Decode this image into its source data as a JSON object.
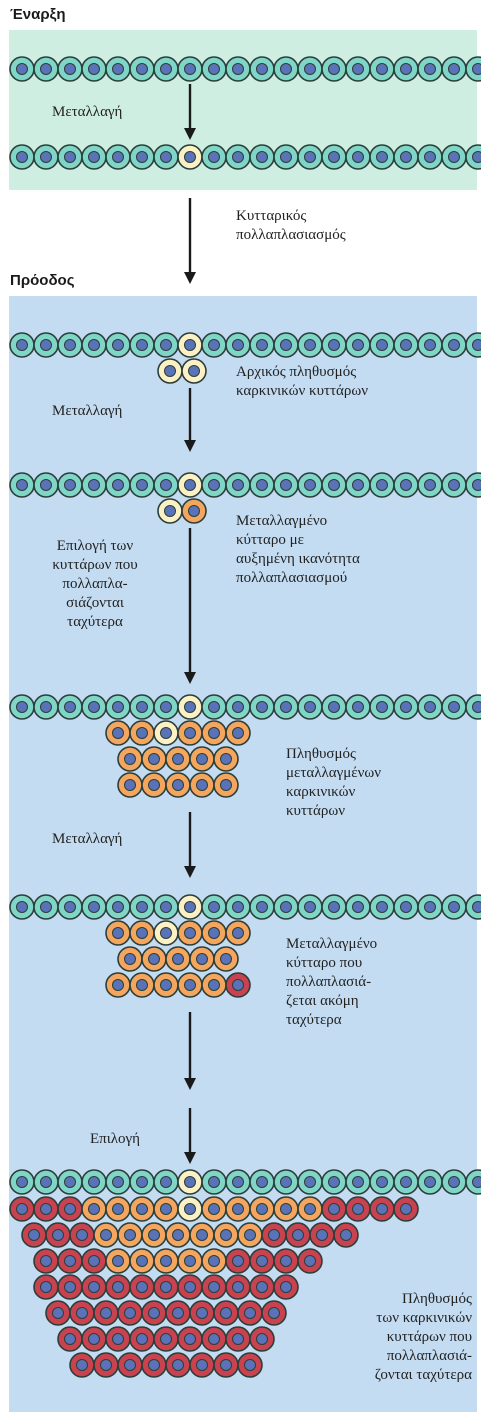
{
  "colors": {
    "panel_start": "#cfeee2",
    "panel_progress": "#c3dcf2",
    "normal_cell": "#7fd6c7",
    "mutant_cell": "#fbf1c4",
    "orange_cell": "#f4a55e",
    "red_cell": "#c8434f",
    "nucleus": "#5a73b8",
    "outline": "#2c3e3a"
  },
  "headings": {
    "start": "Έναρξη",
    "progress": "Πρόοδος"
  },
  "labels": {
    "mutation1": "Μεταλλαγή",
    "proliferation": "Κυτταρικός\nπολλαπλασιασμός",
    "initial_population": "Αρχικός πληθυσμός\nκαρκινικών κυττάρων",
    "mutation2": "Μεταλλαγή",
    "mutated_cell": "Μεταλλαγμένο\nκύτταρο με\nαυξημένη ικανότητα\nπολλαπλασιασμού",
    "selection_faster": "Επιλογή των\nκυττάρων που\nπολλαπλα-\nσιάζονται\nταχύτερα",
    "mutated_population": "Πληθυσμός\nμεταλλαγμένων\nκαρκινικών\nκυττάρων",
    "mutation3": "Μεταλλαγή",
    "faster_cell": "Μεταλλαγμένο\nκύτταρο που\nπολλαπλασιά-\nζεται ακόμη\nταχύτερα",
    "selection": "Επιλογή",
    "final_population": "Πληθυσμός\nτων καρκινικών\nκυττάρων που\nπολλαπλασιά-\nζονται ταχύτερα"
  }
}
